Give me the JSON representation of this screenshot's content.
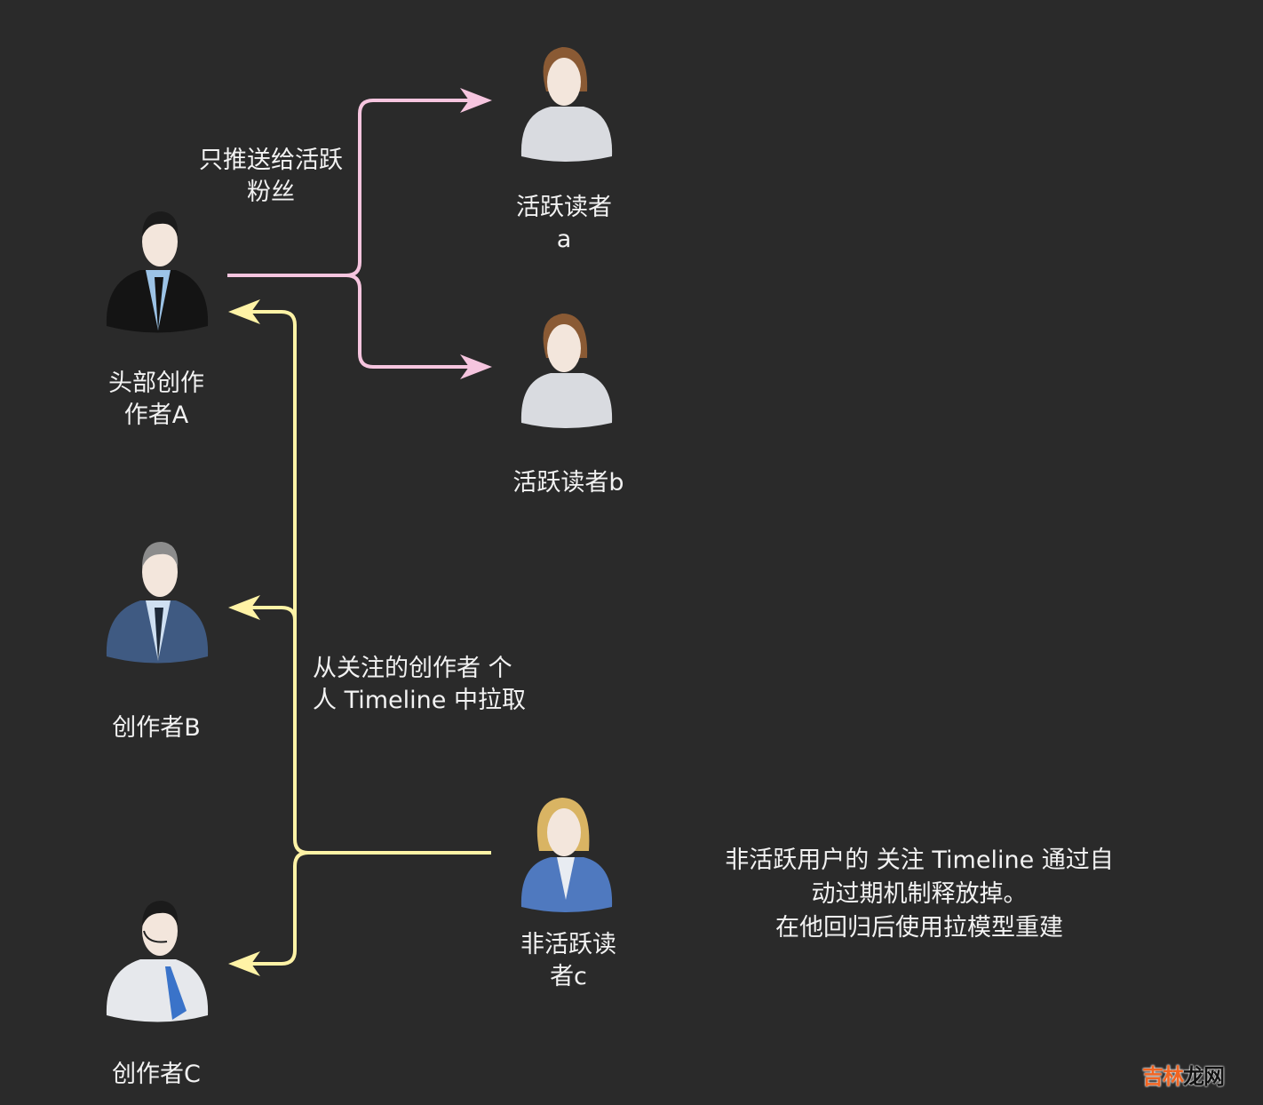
{
  "nodes": {
    "creator_a": "头部创作\n作者A",
    "reader_a": "活跃读者\na",
    "reader_b": "活跃读者b",
    "creator_b": "创作者B",
    "creator_c": "创作者C",
    "reader_c": "非活跃读\n者c"
  },
  "edges": {
    "push_label": "只推送给活跃\n粉丝",
    "pull_label": "从关注的创作者 个\n人 Timeline 中拉取"
  },
  "note": "非活跃用户的 关注 Timeline 通过自\n动过期机制释放掉。\n在他回归后使用拉模型重建",
  "watermark": {
    "part1": "吉林",
    "part2": "龙网"
  },
  "colors": {
    "background": "#2a2a2a",
    "push": "#f6c5df",
    "pull": "#fff3a6",
    "watermark_orange": "#f26522"
  }
}
